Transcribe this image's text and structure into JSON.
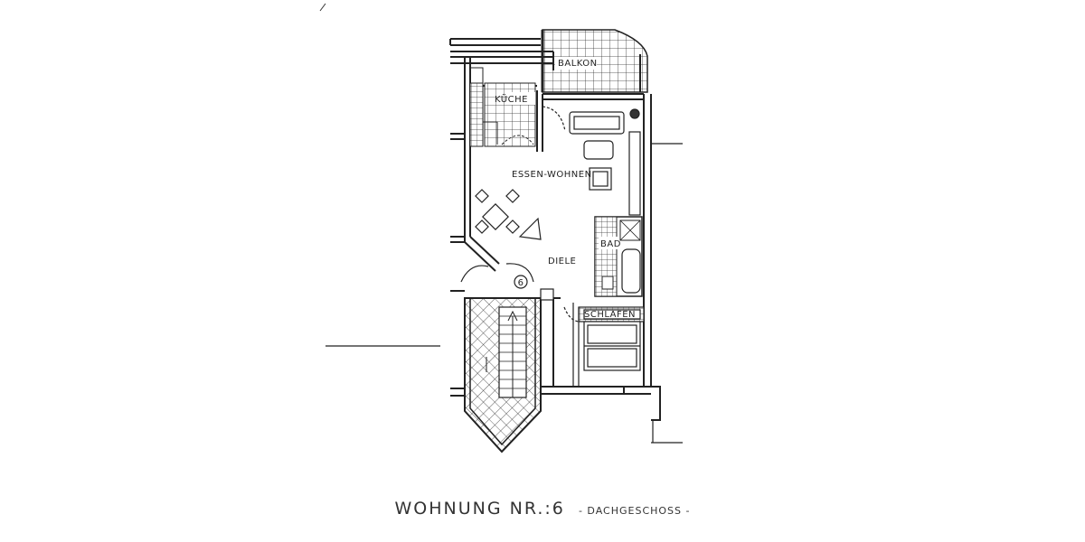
{
  "plan": {
    "rooms": {
      "balkon": "BALKON",
      "kueche": "KÜCHE",
      "essen_wohnen": "ESSEN-WOHNEN",
      "bad": "BAD",
      "diele": "DIELE",
      "schlafen": "SCHLAFEN"
    },
    "stair_marker": "6"
  },
  "caption": {
    "title": "WOHNUNG NR.:6",
    "subtitle": "- DACHGESCHOSS -"
  }
}
